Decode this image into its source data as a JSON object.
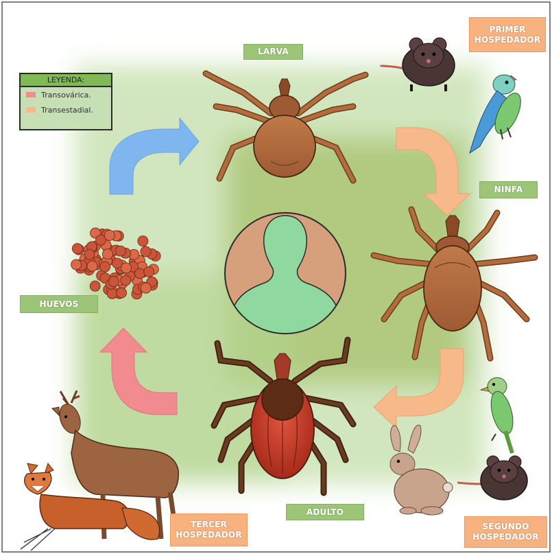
{
  "stages": {
    "larva": "LARVA",
    "ninfa": "NINFA",
    "adulto": "ADULTO",
    "huevos": "HUEVOS"
  },
  "hosts": {
    "primer": {
      "line1": "PRIMER",
      "line2": "HOSPEDADOR"
    },
    "segundo": {
      "line1": "SEGUNDO",
      "line2": "HOSPEDADOR"
    },
    "tercer": {
      "line1": "TERCER",
      "line2": "HOSPEDADOR"
    }
  },
  "legend": {
    "title": "LEYENDA:",
    "items": [
      {
        "label": "Transovárica.",
        "color": "#f28b8f"
      },
      {
        "label": "Transestadial.",
        "color": "#f8b98a"
      }
    ]
  },
  "colors": {
    "stage_label": "#9cc578",
    "host_label": "#f7b27f",
    "arrow_blue": "#7fb6f0",
    "arrow_orange": "#f8b98a",
    "arrow_pink": "#f28b8f",
    "tick_brown": "#9e5a32",
    "adult_red": "#c0392b",
    "person_green": "#8fd8a0",
    "person_bg": "#d7a07c"
  },
  "icons": {
    "center": "human-silhouette-icon",
    "host1": [
      "mouse-icon",
      "bird-icon"
    ],
    "host2": [
      "bird-icon",
      "mouse-icon",
      "rabbit-icon"
    ],
    "host3": [
      "deer-icon",
      "fox-icon"
    ]
  }
}
